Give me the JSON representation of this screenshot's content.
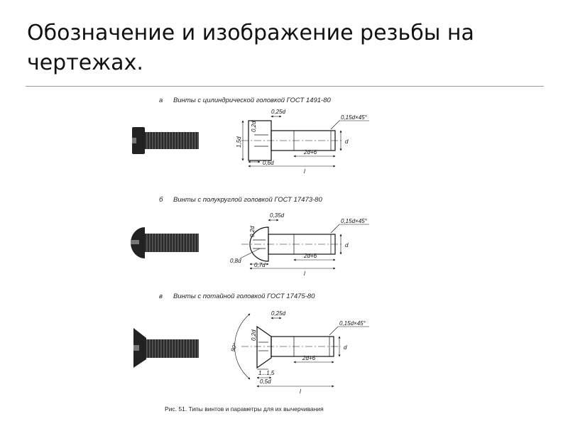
{
  "slide": {
    "title_line1": "Обозначение и изображение резьбы на",
    "title_line2": "чертежах."
  },
  "figure": {
    "caption": "Рис. 51. Типы винтов и параметры для их вычерчивания",
    "panels": [
      {
        "letter": "а",
        "heading": "Винты с цилиндрической головкой ГОСТ 1491-80",
        "dims": {
          "head_step": "0,25d",
          "chamfer": "0,15d×45°",
          "head_height": "1,5d",
          "slot_width": "0,2d",
          "thread_len": "2d+6",
          "dia": "d",
          "head_len": "0,6d",
          "length": "l"
        }
      },
      {
        "letter": "б",
        "heading": "Винты с полукруглой головкой ГОСТ 17473-80",
        "dims": {
          "head_step": "0,35d",
          "chamfer": "0,15d×45°",
          "slot_width": "0,2d",
          "thread_len": "2d+6",
          "dia": "d",
          "radius": "0,8d",
          "head_len": "0,7d",
          "length": "l"
        }
      },
      {
        "letter": "в",
        "heading": "Винты с потайной головкой ГОСТ 17475-80",
        "dims": {
          "head_step": "0,25d",
          "chamfer": "0,15d×45°",
          "angle": "90°",
          "slot_width": "0,2d",
          "thread_len": "2d+6",
          "dia": "d",
          "slot_depth": "1...1,5",
          "head_len": "0,5d",
          "length": "l"
        }
      }
    ]
  }
}
